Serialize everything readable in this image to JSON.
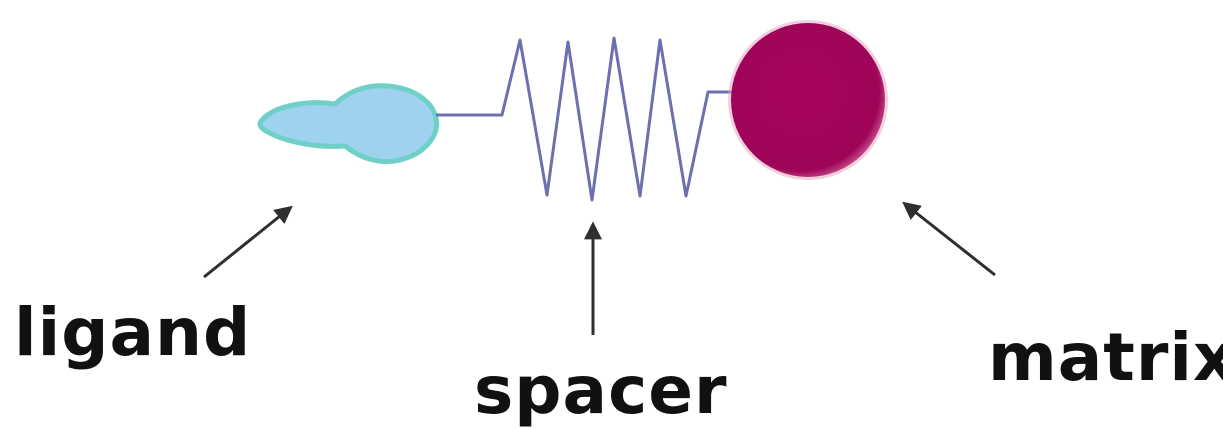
{
  "labels": {
    "ligand": "ligand",
    "spacer": "spacer",
    "matrix": "matrix"
  },
  "colors": {
    "ligand_fill": "#9fd2ef",
    "ligand_outline": "#6fd0c8",
    "spacer_line": "#6e6fae",
    "matrix_fill": "#a4045a",
    "matrix_glow": "#e6a8c8",
    "arrow": "#2f2f2f",
    "text": "#111111"
  }
}
